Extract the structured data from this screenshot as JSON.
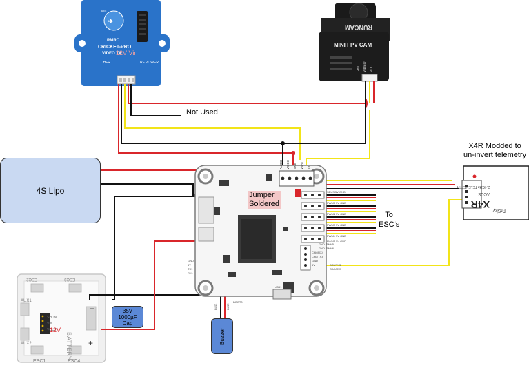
{
  "diagram": {
    "vtx": {
      "mic": "MIC",
      "brand": "RMRC",
      "model": "CRICKET-PRO",
      "model2": "VIDEO TX",
      "chfr": "CHFR",
      "rf_power": "RF POWER",
      "voltage": "12V Vin"
    },
    "camera": {
      "brand": "RUNCAM",
      "name": "MINI FPV CAM",
      "pins": [
        "GND",
        "VIDEO",
        "VCC"
      ]
    },
    "labels": {
      "not_used": "Not Used",
      "lipo": "4S Lipo",
      "jumper": "Jumper\nSoldered",
      "to_escs": "To\nESC's",
      "x4r_title": "X4R Modded to\nun-invert telemetry",
      "cap": "35V\n1000µF\nCap",
      "buzzer": "Buzzer"
    },
    "fc": {
      "pins_top": [
        "AUDIO",
        "VIDEO",
        "GND",
        "VBAT",
        "5V"
      ],
      "esc_rows": [
        "PWM1  5V  GND",
        "PWM2  5V  GND",
        "PWM3  5V  GND",
        "PWM4  5V  GND",
        "PWM5  5V  GND"
      ],
      "sbus": "SBUS  5V  GND",
      "bottom_right": [
        "GND  PWM5",
        "GND  PWM6",
        "CH4/RX4",
        "CH3/TX3",
        "GND",
        "5V",
        "SCL/TX3",
        "SDA/RX3"
      ],
      "left": [
        "GND",
        "5V",
        "TX1",
        "RX1"
      ],
      "boot": "BOOT0",
      "buzzer_pins": [
        "BUZ-",
        "BUZ+"
      ],
      "usb": "USB1"
    },
    "rx": {
      "brand": "FrSky",
      "model": "X4R",
      "sub": "ACCST",
      "telemetry": "2.4GHz TELEMETRY"
    },
    "pdb": {
      "esc_labels": [
        "ESC2",
        "ESC3",
        "ESC1",
        "ESC4",
        "AUX1",
        "AUX2"
      ],
      "battery": "BATTERY",
      "vout": "VOUT",
      "vin": "VIN",
      "shdn": "SHDN",
      "voltage": "12V"
    }
  },
  "colors": {
    "red": "#d9262b",
    "black": "#111111",
    "yellow": "#f2e419",
    "blue_box": "#5b88d6",
    "lipo_box": "#c9d9f2",
    "vtx_blue": "#2a73c9"
  }
}
